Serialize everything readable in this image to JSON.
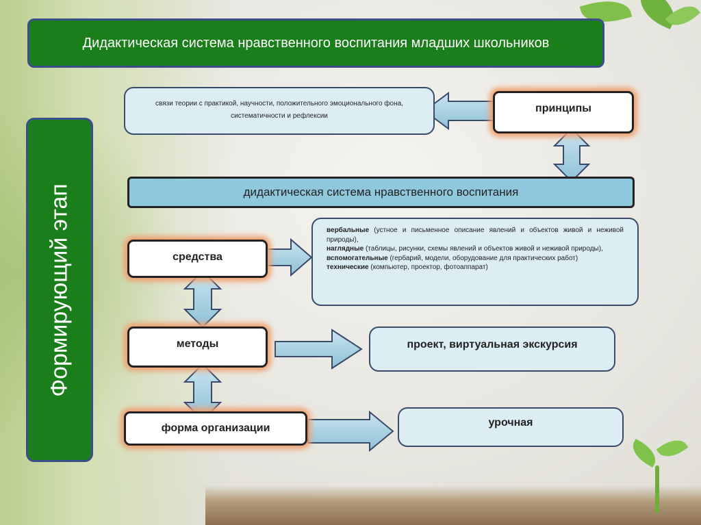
{
  "title": "Дидактическая система нравственного воспитания младших школьников",
  "stage_label": "Формирующий этап",
  "principles": {
    "label": "принципы",
    "description": "связи теории с практикой, научности, положительного эмоционального фона, систематичности и рефлексии"
  },
  "system_label": "дидактическая система нравственного воспитания",
  "means": {
    "label": "средства",
    "items": [
      {
        "term": "вербальные",
        "text": " (устное и письменное описание явлений и объектов живой и неживой природы),"
      },
      {
        "term": "наглядные",
        "text": " (таблицы, рисунки, схемы явлений и объектов живой и неживой природы),"
      },
      {
        "term": "вспомогательные",
        "text": " (гербарий, модели, оборудование для практических работ)"
      },
      {
        "term": "технические",
        "text": " (компьютер, проектор, фотоаппарат)"
      }
    ]
  },
  "methods": {
    "label": "методы",
    "result": "проект, виртуальная экскурсия"
  },
  "organization": {
    "label": "форма организации",
    "result": "урочная"
  },
  "colors": {
    "green_header": "#1a7f1a",
    "blue_box": "#dceef4",
    "system_bar": "#8fc8dc",
    "glow": "#f0a070",
    "arrow_fill": "#a9d3e3"
  }
}
